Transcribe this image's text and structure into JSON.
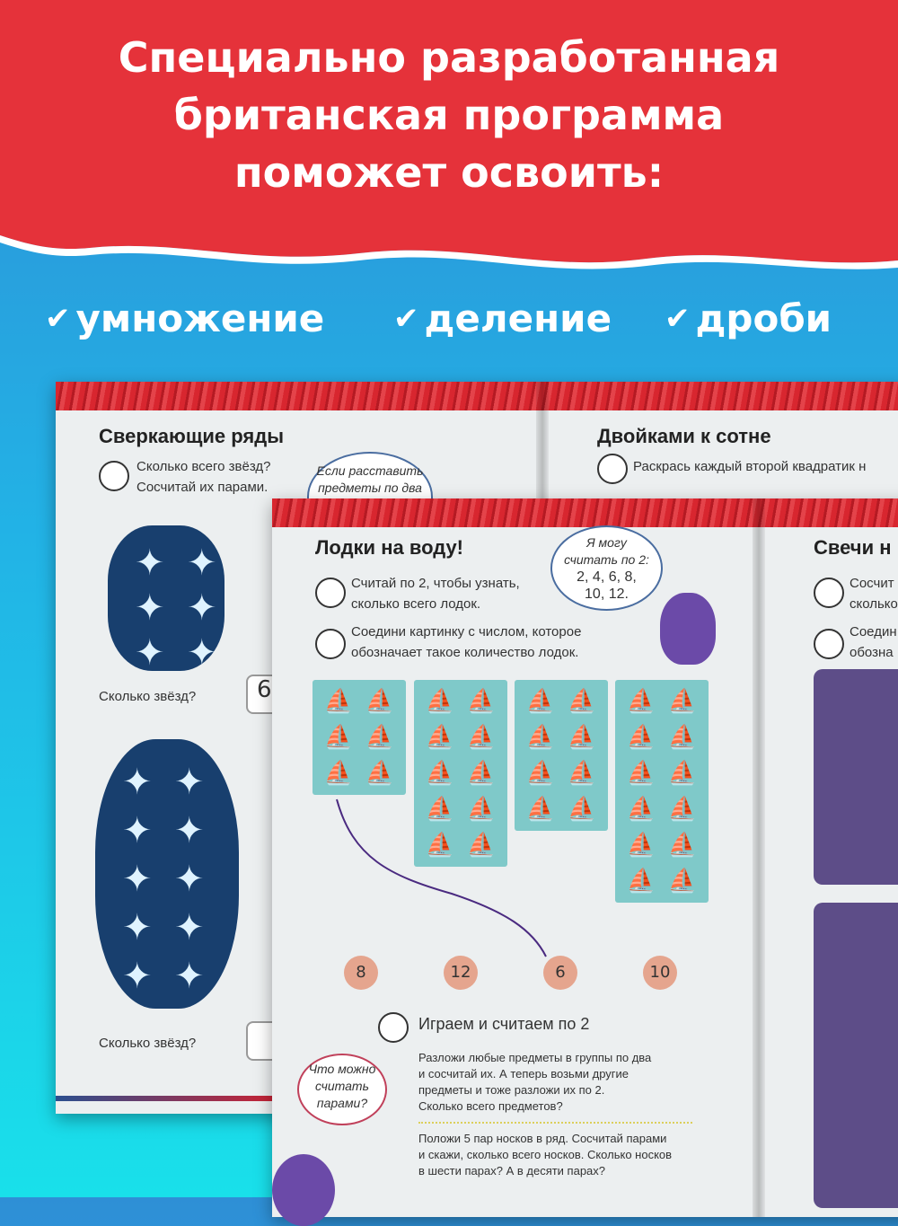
{
  "headline": {
    "line1": "Специально разработанная",
    "line2": "британская программа",
    "line3": "поможет освоить:"
  },
  "skills": [
    {
      "label": "умножение",
      "icon": "checkmark-icon"
    },
    {
      "label": "деление",
      "icon": "checkmark-icon"
    },
    {
      "label": "дроби",
      "icon": "checkmark-icon"
    }
  ],
  "colors": {
    "red": "#e5323a",
    "blue": "#2e8fd6",
    "cyan": "#19e0ea",
    "navy": "#183f6e",
    "teal": "#7fc9c9",
    "number_circle": "#e5a58e",
    "monster": "#6b4aa8"
  },
  "back_book": {
    "left_page": {
      "title": "Сверкающие ряды",
      "instruction1": "Сколько всего звёзд?",
      "instruction2": "Сосчитай их парами.",
      "bubble1": "Если расставить",
      "bubble2": "предметы по два",
      "question1": "Сколько звёзд?",
      "answer1": "6",
      "question2": "Сколько звёзд?",
      "star_groups": [
        6,
        10
      ]
    },
    "right_page": {
      "title": "Двойками к сотне",
      "instruction": "Раскрась каждый второй квадратик н"
    }
  },
  "front_book": {
    "left_page": {
      "title": "Лодки на воду!",
      "instruction1a": "Считай по 2, чтобы узнать,",
      "instruction1b": "сколько всего лодок.",
      "instruction2a": "Соедини картинку с числом, которое",
      "instruction2b": "обозначает такое количество лодок.",
      "bubble": {
        "l1": "Я могу",
        "l2": "считать по 2:",
        "l3": "2, 4, 6, 8,",
        "l4": "10, 12."
      },
      "boat_groups": [
        6,
        10,
        8,
        12
      ],
      "numbers": [
        "8",
        "12",
        "6",
        "10"
      ],
      "activity_title": "Играем и считаем по 2",
      "activity_p1": [
        "Разложи любые предметы в группы по два",
        "и сосчитай их. А теперь возьми другие",
        "предметы и тоже разложи их по 2.",
        "Сколько всего предметов?"
      ],
      "activity_p2": [
        "Положи 5 пар носков в ряд. Сосчитай парами",
        "и скажи, сколько всего носков. Сколько носков",
        "в шести парах? А в десяти парах?"
      ],
      "bubble2": {
        "l1": "Что можно",
        "l2": "считать",
        "l3": "парами?"
      }
    },
    "right_page": {
      "title": "Свечи н",
      "instruction1a": "Сосчит",
      "instruction1b": "сколько",
      "instruction2a": "Соедин",
      "instruction2b": "обозна"
    }
  }
}
